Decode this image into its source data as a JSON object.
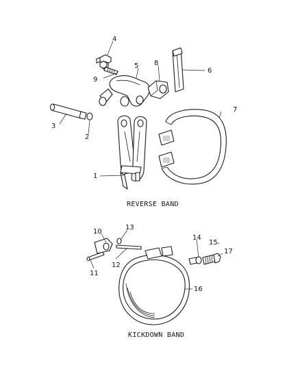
{
  "captions": {
    "reverse_band": "REVERSE BAND",
    "kickdown_band": "KICKDOWN BAND"
  },
  "callouts": {
    "c1": "1",
    "c2": "2",
    "c3": "3",
    "c4": "4",
    "c5": "5",
    "c6": "6",
    "c7": "7",
    "c8": "8",
    "c9": "9",
    "c10": "10",
    "c11": "11",
    "c12": "12",
    "c13": "13",
    "c14": "14",
    "c15": "15",
    "c16": "16",
    "c17": "17"
  }
}
